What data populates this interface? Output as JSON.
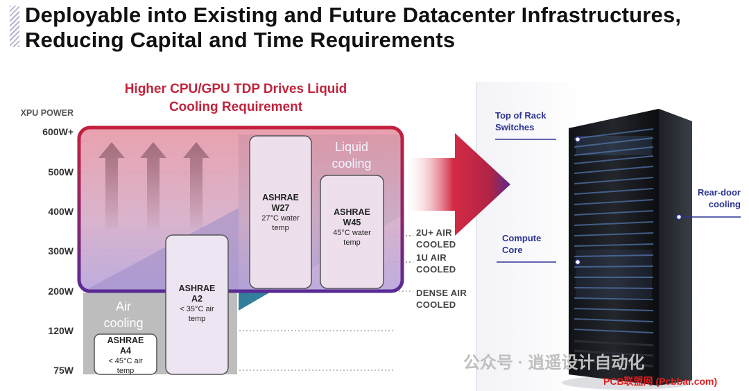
{
  "title": {
    "line1": "Deployable into Existing and Future Datacenter Infrastructures,",
    "line2": "Reducing Capital and Time Requirements"
  },
  "diagram": {
    "heading_line1": "Higher CPU/GPU TDP Drives Liquid",
    "heading_line2": "Cooling Requirement",
    "y_axis_title": "XPU POWER",
    "y_ticks": [
      "600W+",
      "500W",
      "400W",
      "300W",
      "200W",
      "120W",
      "75W"
    ],
    "liquid_label_line1": "Liquid",
    "liquid_label_line2": "cooling",
    "air_label_line1": "Air",
    "air_label_line2": "cooling",
    "boxes": {
      "a4": {
        "name_line1": "ASHRAE",
        "name_line2": "A4",
        "desc_line1": "< 45°C air",
        "desc_line2": "temp"
      },
      "a2": {
        "name_line1": "ASHRAE",
        "name_line2": "A2",
        "desc_line1": "< 35°C air",
        "desc_line2": "temp"
      },
      "w27": {
        "name_line1": "ASHRAE",
        "name_line2": "W27",
        "desc_line1": "27°C water",
        "desc_line2": "temp"
      },
      "w45": {
        "name_line1": "ASHRAE",
        "name_line2": "W45",
        "desc_line1": "45°C water",
        "desc_line2": "temp"
      }
    },
    "thresholds": {
      "t2u_line1": "2U+ AIR",
      "t2u_line2": "COOLED",
      "t1u_line1": "1U AIR",
      "t1u_line2": "COOLED",
      "dense_line1": "DENSE AIR",
      "dense_line2": "COOLED"
    }
  },
  "rack": {
    "top_switches_line1": "Top of Rack",
    "top_switches_line2": "Switches",
    "compute_line1": "Compute",
    "compute_line2": "Core",
    "rear_line1": "Rear-door",
    "rear_line2": "cooling"
  },
  "watermark": "公众号 · 逍遥设计自动化",
  "credit": "PCB联盟网 (Pcbbar.com)",
  "colors": {
    "accent_red": "#c0243d",
    "accent_purple": "#4a2a8c",
    "liquid_blue": "#2f6f99",
    "air_gray": "#bdbdbd",
    "rack_label_blue": "#2c3494"
  }
}
